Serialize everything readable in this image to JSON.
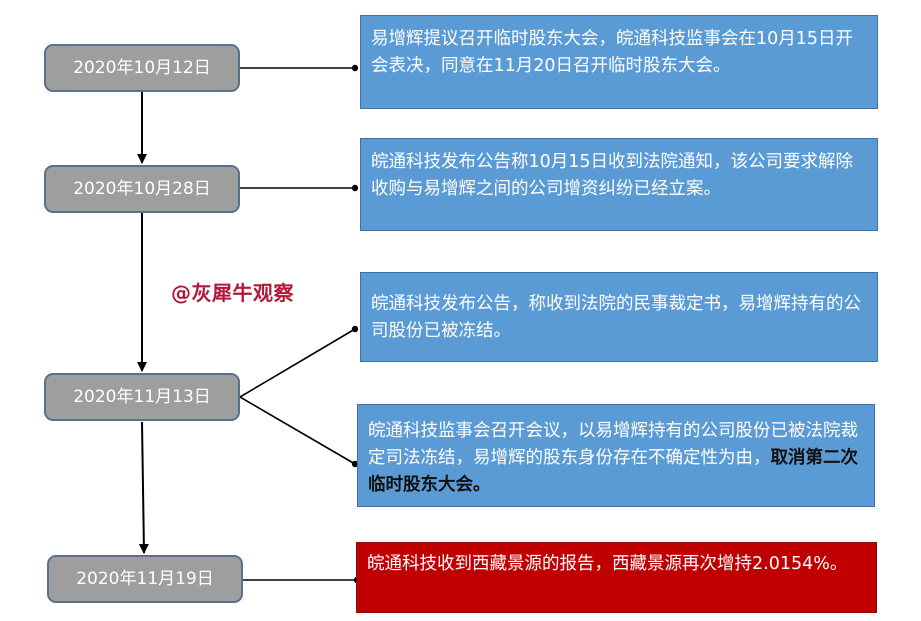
{
  "watermark": "@灰犀牛观察",
  "dates": [
    "2020年10月12日",
    "2020年10月28日",
    "2020年11月13日",
    "2020年11月19日"
  ],
  "events": [
    {
      "text": "易增辉提议召开临时股东大会，皖通科技监事会在10月15日开会表决，同意在11月20日召开临时股东大会。",
      "color": "#5b9bd5"
    },
    {
      "text": "皖通科技发布公告称10月15日收到法院通知，该公司要求解除收购与易增辉之间的公司增资纠纷已经立案。",
      "color": "#5b9bd5"
    },
    {
      "text": "皖通科技发布公告，称收到法院的民事裁定书，易增辉持有的公司股份已被冻结。",
      "color": "#5b9bd5"
    },
    {
      "text": "皖通科技监事会召开会议，以易增辉持有的公司股份已被法院裁定司法冻结，易增辉的股东身份存在不确定性为由，",
      "emphasis": "取消第二次临时股东大会。",
      "color": "#5b9bd5"
    },
    {
      "text": "皖通科技收到西藏景源的报告，西藏景源再次增持2.0154%。",
      "color": "#c00000"
    }
  ]
}
